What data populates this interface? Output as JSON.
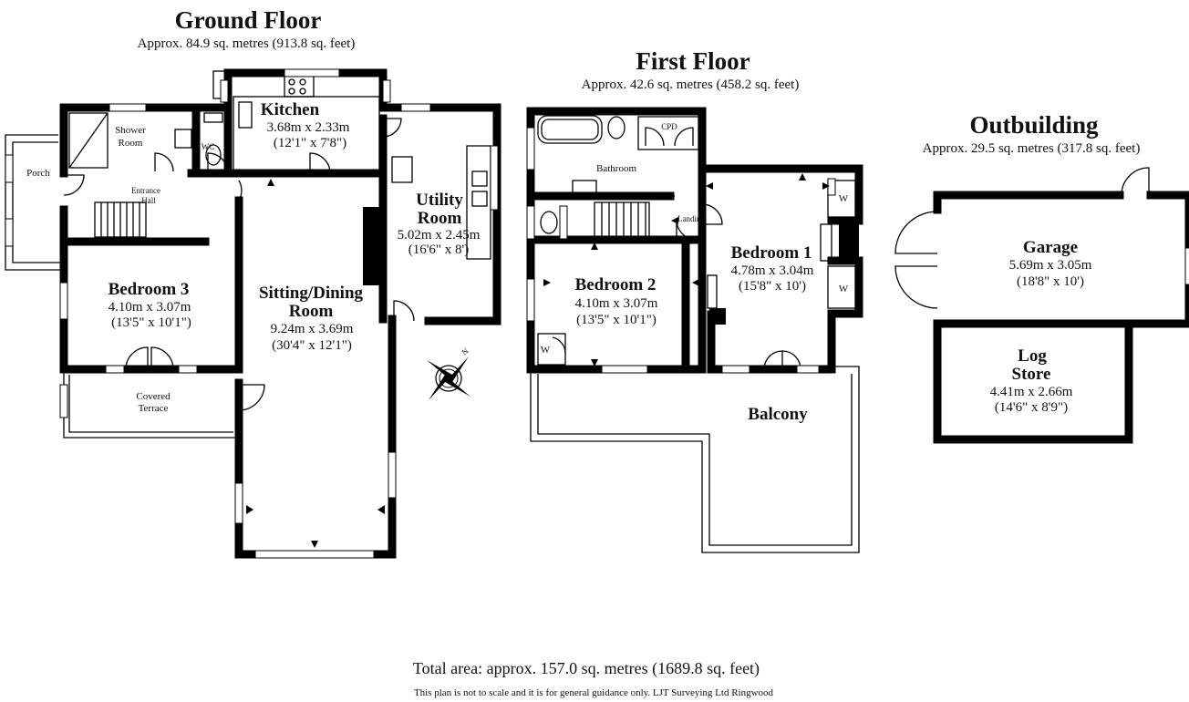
{
  "ground_floor": {
    "title": "Ground Floor",
    "area": "Approx. 84.9 sq. metres (913.8 sq. feet)",
    "rooms": {
      "kitchen": {
        "name": "Kitchen",
        "dim_m": "3.68m x 2.33m",
        "dim_ft": "(12'1\" x 7'8\")"
      },
      "shower": {
        "name_line1": "Shower",
        "name_line2": "Room"
      },
      "wc": {
        "name": "WC"
      },
      "porch": {
        "name": "Porch"
      },
      "entrance": {
        "name_line1": "Entrance",
        "name_line2": "Hall"
      },
      "utility": {
        "name_line1": "Utility",
        "name_line2": "Room",
        "dim_m": "5.02m x 2.45m",
        "dim_ft": "(16'6\" x 8')"
      },
      "bedroom3": {
        "name": "Bedroom 3",
        "dim_m": "4.10m x 3.07m",
        "dim_ft": "(13'5\" x 10'1\")"
      },
      "sitting": {
        "name_line1": "Sitting/Dining",
        "name_line2": "Room",
        "dim_m": "9.24m x 3.69m",
        "dim_ft": "(30'4\" x 12'1\")"
      },
      "terrace": {
        "name_line1": "Covered",
        "name_line2": "Terrace"
      }
    }
  },
  "first_floor": {
    "title": "First Floor",
    "area": "Approx. 42.6 sq. metres (458.2 sq. feet)",
    "rooms": {
      "bathroom": {
        "name": "Bathroom"
      },
      "cpd": {
        "name": "CPD"
      },
      "landing": {
        "name": "Landing"
      },
      "bedroom1": {
        "name": "Bedroom 1",
        "dim_m": "4.78m x 3.04m",
        "dim_ft": "(15'8\" x 10')"
      },
      "bedroom2": {
        "name": "Bedroom 2",
        "dim_m": "4.10m x 3.07m",
        "dim_ft": "(13'5\" x 10'1\")"
      },
      "balcony": {
        "name": "Balcony"
      },
      "wardrobe": "W"
    }
  },
  "outbuilding": {
    "title": "Outbuilding",
    "area": "Approx. 29.5 sq. metres (317.8 sq. feet)",
    "rooms": {
      "garage": {
        "name": "Garage",
        "dim_m": "5.69m x 3.05m",
        "dim_ft": "(18'8\" x 10')"
      },
      "logstore": {
        "name_line1": "Log",
        "name_line2": "Store",
        "dim_m": "4.41m x 2.66m",
        "dim_ft": "(14'6\" x 8'9\")"
      }
    }
  },
  "compass": {
    "label": "N"
  },
  "footer": {
    "total": "Total area: approx. 157.0 sq. metres (1689.8 sq. feet)",
    "disclaimer": "This plan is not to scale and it is for general guidance only. LJT Surveying Ltd Ringwood"
  }
}
